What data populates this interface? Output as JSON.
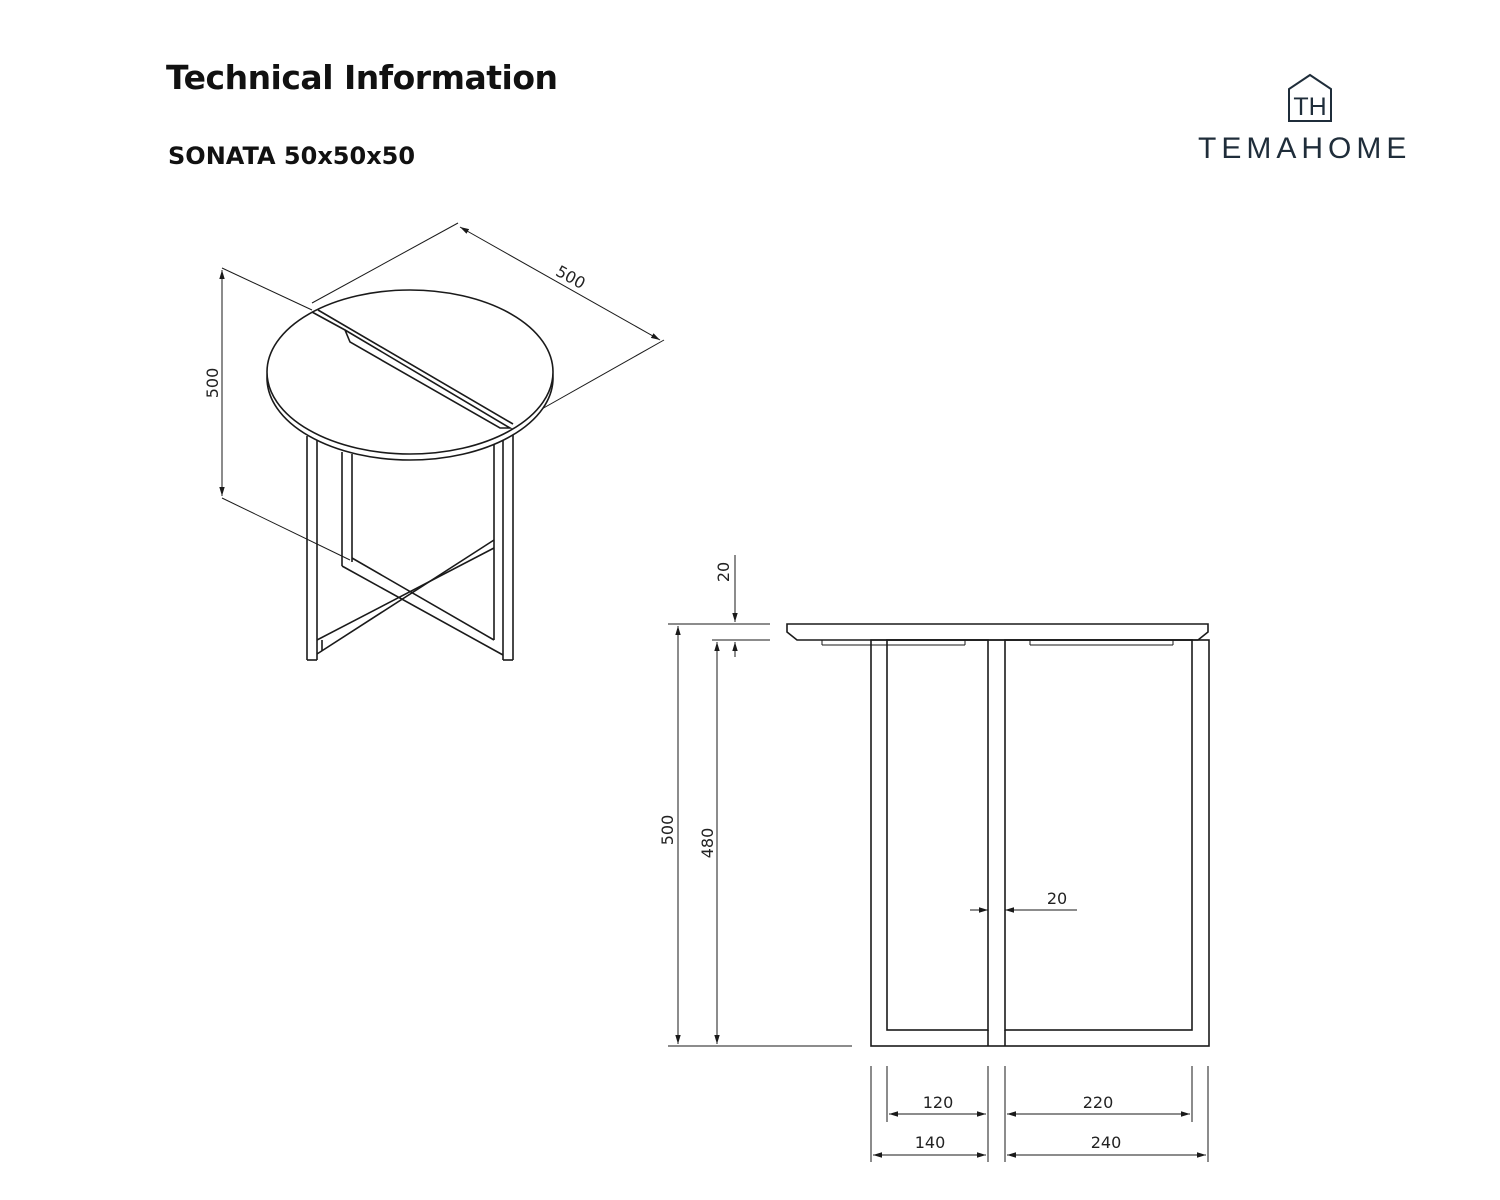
{
  "header": {
    "title": "Technical Information",
    "product": "SONATA 50x50x50"
  },
  "logo": {
    "monogram": "TH",
    "brand": "TEMAHOME",
    "color": "#1f2d3a"
  },
  "drawing": {
    "isometric_view": {
      "dim_height": "500",
      "dim_diagonal": "500"
    },
    "side_view": {
      "dim_top_thickness": "20",
      "dim_total_height": "500",
      "dim_frame_height": "480",
      "dim_leg_width": "20",
      "dim_inner_left": "120",
      "dim_inner_right": "220",
      "dim_outer_left": "140",
      "dim_outer_right": "240"
    }
  }
}
